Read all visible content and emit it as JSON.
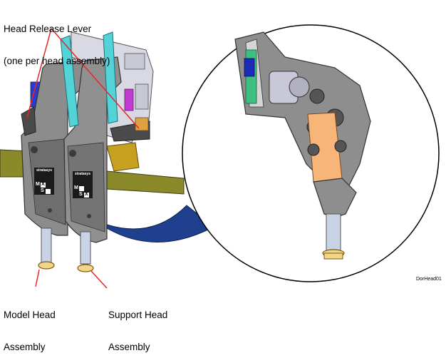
{
  "callouts": {
    "head_release_lever": {
      "line1": "Head Release Lever",
      "line2": "(one per head assembly)"
    },
    "model_head": {
      "line1": "Model Head",
      "line2": "Assembly"
    },
    "support_head": {
      "line1": "Support Head",
      "line2": "Assembly"
    }
  },
  "head_labels": {
    "brand": "stratasys",
    "left": {
      "m": "M",
      "s": "S",
      "marked": "X"
    },
    "right": {
      "m": "M",
      "s": "S",
      "marked": "X"
    }
  },
  "figure_id": "DorHead01",
  "colors": {
    "callout_line": "#e8262a",
    "head_body": "#8c8c8c",
    "head_dark": "#4a4a4a",
    "lever_cyan": "#52d3d8",
    "rail_olive": "#8a8a2a",
    "motor_orange": "#f7b57a",
    "pcb_green": "#3fbf7f",
    "connector_blue": "#1a2bb5",
    "nozzle_tip": "#f2d58a",
    "magnifier_blue": "#1f3f8f"
  }
}
